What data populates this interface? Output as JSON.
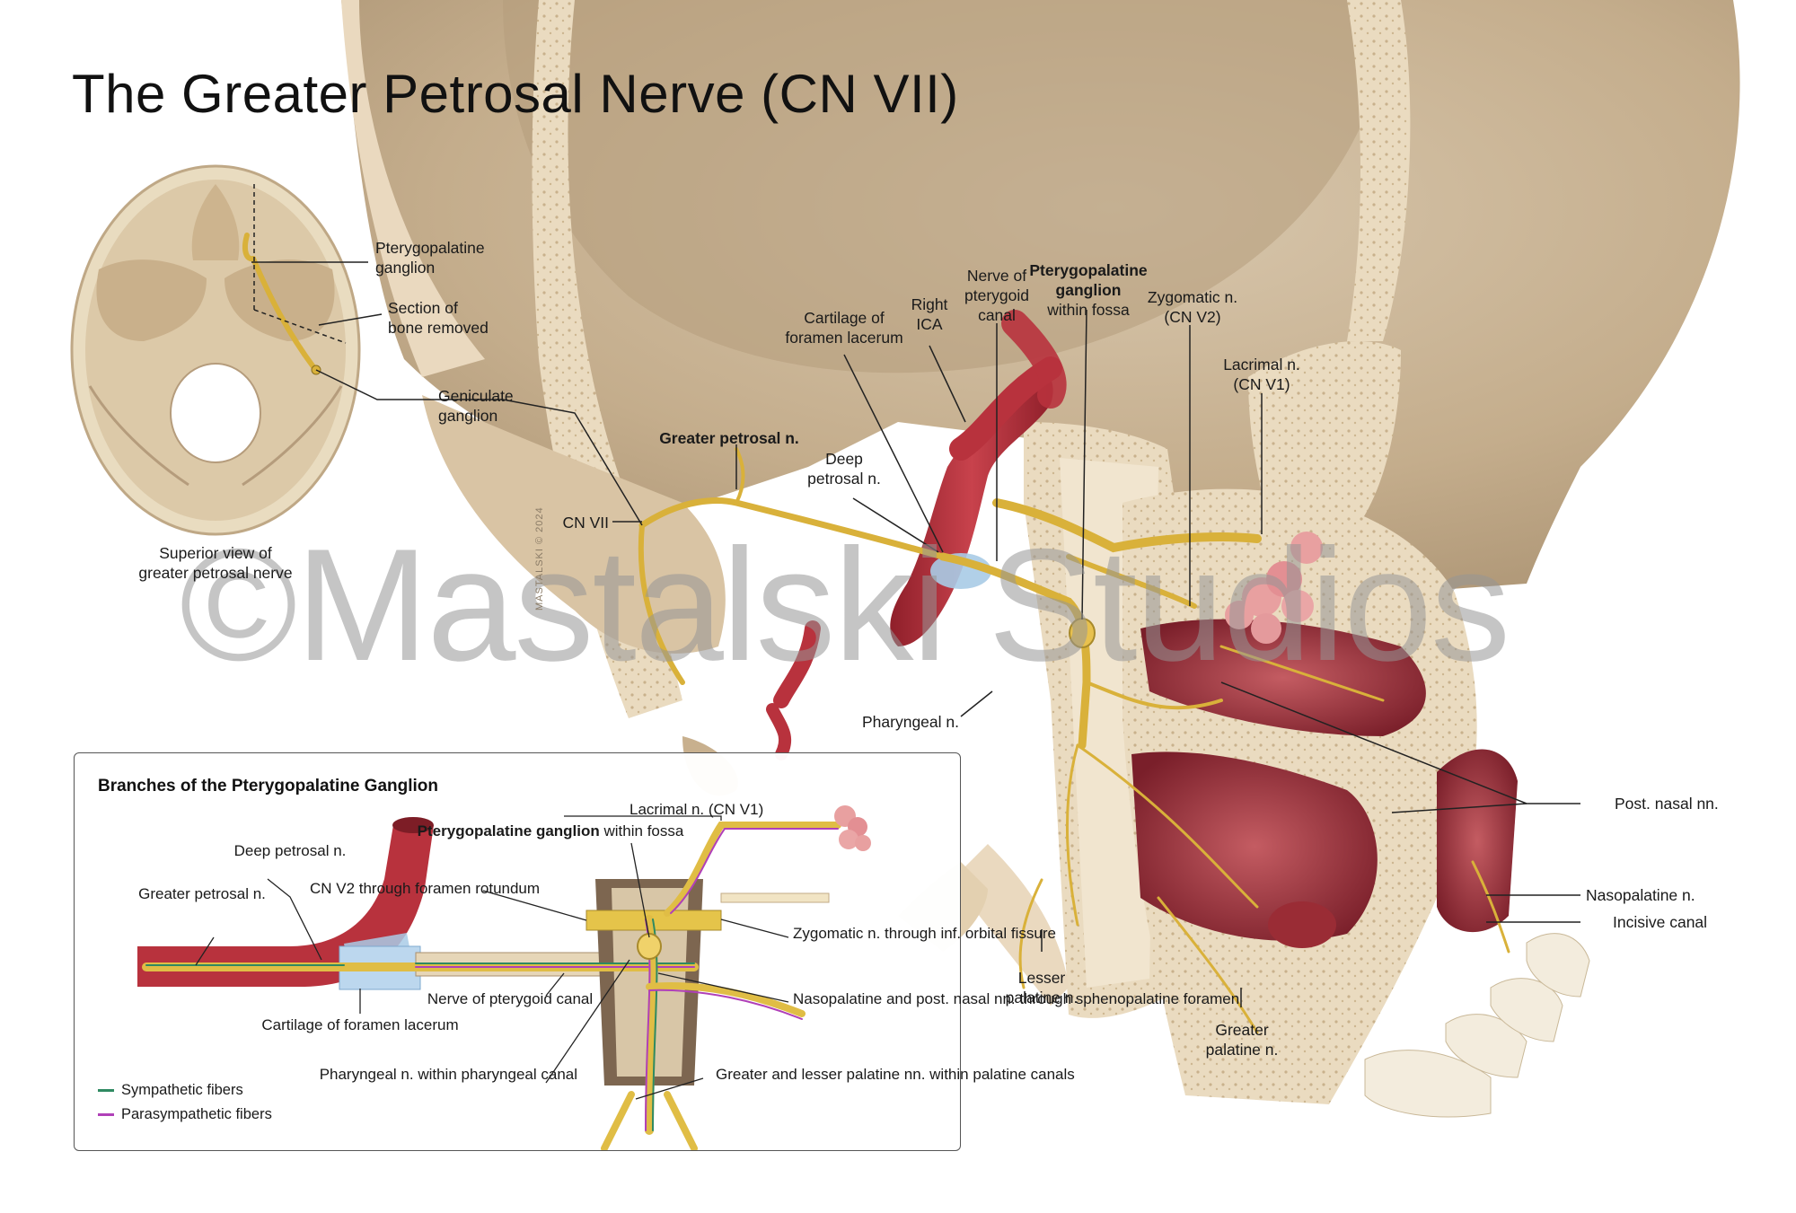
{
  "title": "The Greater Petrosal Nerve (CN VII)",
  "watermark": "©Mastalski Studios",
  "signature": "MASTALSKI © 2024",
  "colors": {
    "nerve": "#d9b13a",
    "artery": "#b8323d",
    "bone": "#efe2c9",
    "cartilage": "#a9cbe6",
    "sympathetic": "#2f8a62",
    "parasympathetic": "#b040b8",
    "gland": "#e8a0a0"
  },
  "superior_view": {
    "labels": {
      "pterygopalatine_ganglion": [
        "Pterygopalatine",
        "ganglion"
      ],
      "section_removed": [
        "Section of",
        "bone removed"
      ],
      "geniculate_ganglion": [
        "Geniculate",
        "ganglion"
      ]
    },
    "caption": [
      "Superior view of",
      "greater petrosal nerve"
    ]
  },
  "main_labels": {
    "cn7": "CN VII",
    "greater_petrosal": "Greater petrosal n.",
    "deep_petrosal": [
      "Deep",
      "petrosal n."
    ],
    "cartilage_foramen_lacerum": [
      "Cartilage of",
      "foramen lacerum"
    ],
    "right_ica": [
      "Right",
      "ICA"
    ],
    "nerve_pterygoid_canal": [
      "Nerve of",
      "pterygoid",
      "canal"
    ],
    "ppg_within_fossa": [
      "Pterygopalatine",
      "ganglion",
      "within fossa"
    ],
    "zygomatic": [
      "Zygomatic n.",
      "(CN V2)"
    ],
    "lacrimal": [
      "Lacrimal n.",
      "(CN V1)"
    ],
    "pharyngeal": "Pharyngeal n.",
    "post_nasal": "Post. nasal nn.",
    "nasopalatine": "Nasopalatine n.",
    "incisive_canal": "Incisive canal",
    "lesser_palatine": [
      "Lesser",
      "palatine n."
    ],
    "greater_palatine": [
      "Greater",
      "palatine n."
    ]
  },
  "inset": {
    "title": "Branches of the Pterygopalatine Ganglion",
    "labels": {
      "deep_petrosal": [
        "Deep",
        "petrosal n."
      ],
      "greater_petrosal": [
        "Greater",
        "petrosal n."
      ],
      "lacrimal": "Lacrimal n. (CN V1)",
      "ppg_bold": "Pterygopalatine",
      "ppg_bold2": "ganglion",
      "ppg_rest": " within fossa",
      "cn_v2": [
        "CN V2 through",
        "foramen rotundum"
      ],
      "zygomatic": [
        "Zygomatic n. through",
        "inf. orbital fissure"
      ],
      "nasopalatine": [
        "Nasopalatine and",
        "post. nasal nn. through",
        "sphenopalatine foramen"
      ],
      "cartilage": [
        "Cartilage of",
        "foramen lacerum"
      ],
      "nerve_pterygoid": [
        "Nerve of",
        "pterygoid canal"
      ],
      "pharyngeal": [
        "Pharyngeal n. within",
        "pharyngeal canal"
      ],
      "palatine": [
        "Greater and lesser",
        "palatine nn. within",
        "palatine canals"
      ]
    },
    "legend": [
      {
        "label": "Sympathetic fibers",
        "color": "#2f8a62"
      },
      {
        "label": "Parasympathetic fibers",
        "color": "#b040b8"
      }
    ]
  }
}
